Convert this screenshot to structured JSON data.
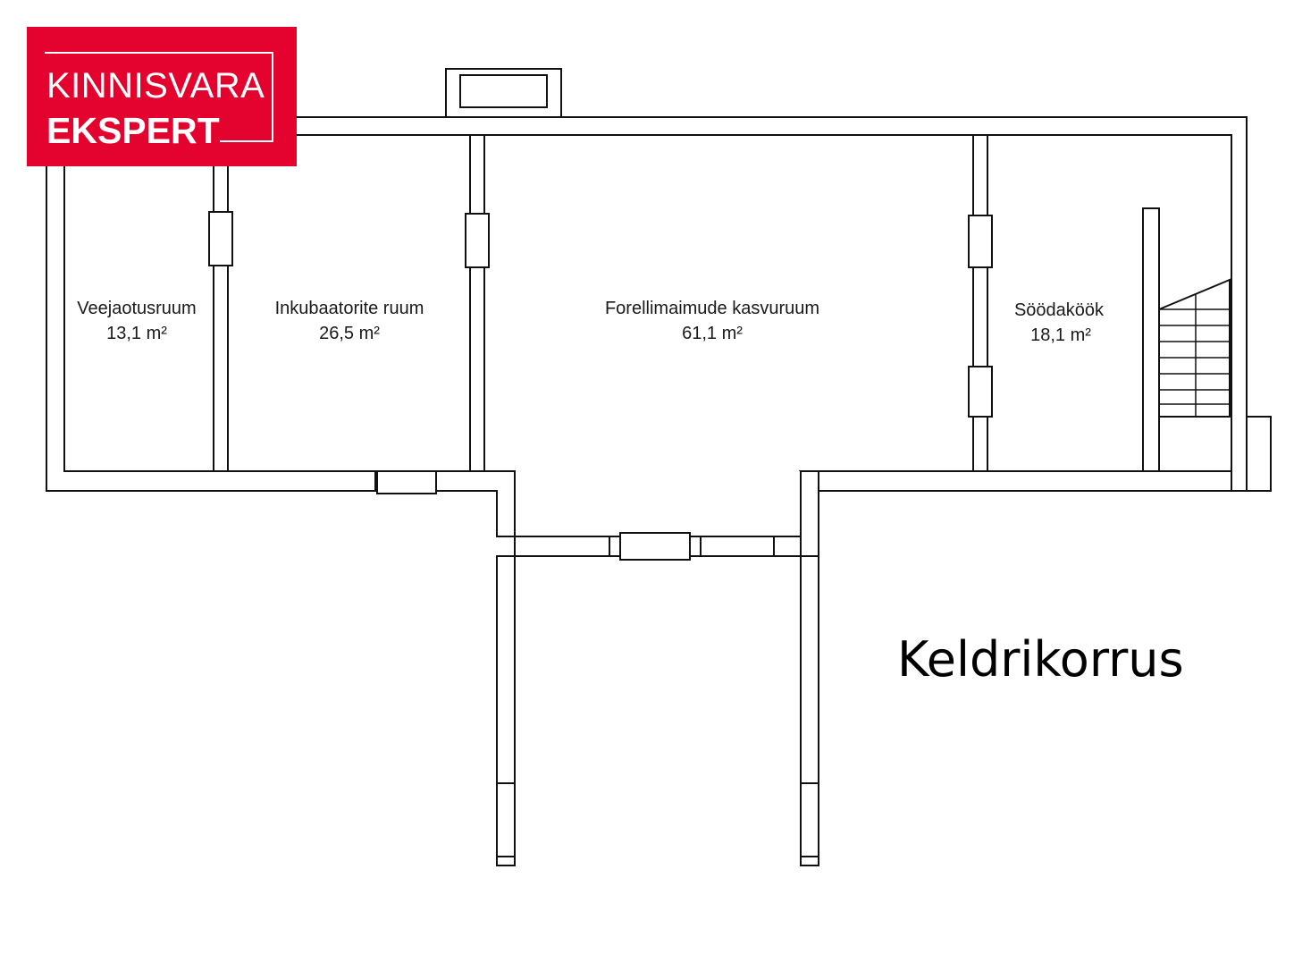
{
  "logo": {
    "line1": "KINNISVARA",
    "line2": "EKSPERT",
    "brand_color": "#e4032e"
  },
  "floor_title": "Keldrikorrus",
  "rooms": [
    {
      "name": "Veejaotusruum",
      "area": "13,1 m²"
    },
    {
      "name": "Inkubaatorite ruum",
      "area": "26,5 m²"
    },
    {
      "name": "Forellimaimude kasvuruum",
      "area": "61,1 m²"
    },
    {
      "name": "Söödaköök",
      "area": "18,1 m²"
    }
  ]
}
